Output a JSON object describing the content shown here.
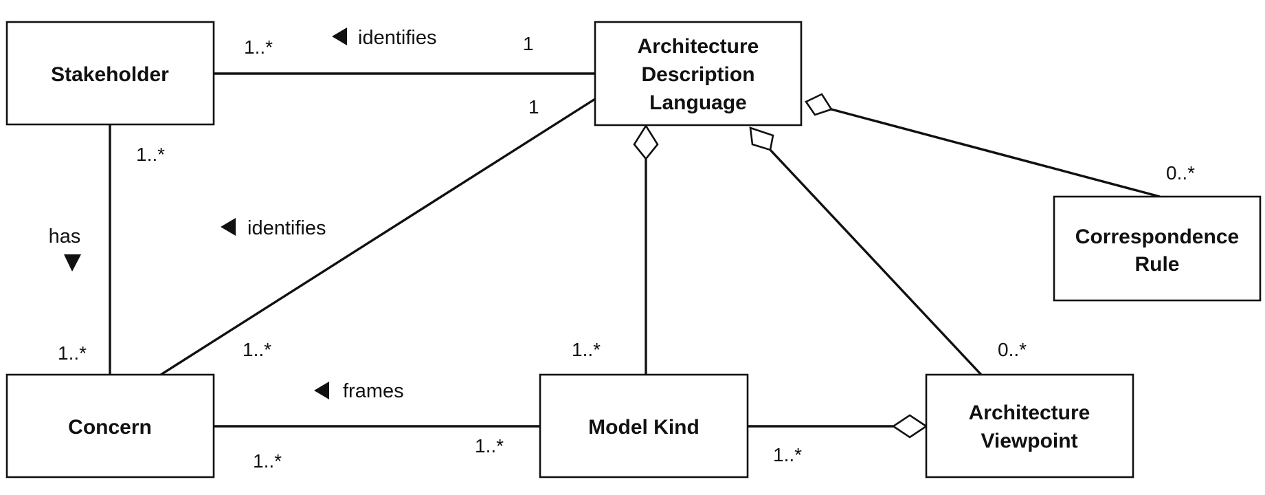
{
  "classes": {
    "stakeholder": "Stakeholder",
    "adl": [
      "Architecture",
      "Description",
      "Language"
    ],
    "correspondence_rule": [
      "Correspondence",
      "Rule"
    ],
    "concern": "Concern",
    "model_kind": "Model Kind",
    "viewpoint": [
      "Architecture",
      "Viewpoint"
    ]
  },
  "associations": {
    "stakeholder_adl": {
      "label": "identifies",
      "mult_stakeholder": "1..*",
      "mult_adl": "1"
    },
    "stakeholder_concern": {
      "label": "has",
      "mult_stakeholder": "1..*",
      "mult_concern": "1..*"
    },
    "adl_concern": {
      "label": "identifies",
      "mult_adl": "1",
      "mult_concern": "1..*"
    },
    "adl_model_kind": {
      "mult_model_kind": "1..*"
    },
    "adl_viewpoint": {
      "mult_viewpoint": "0..*"
    },
    "adl_correspondence_rule": {
      "mult_rule": "0..*"
    },
    "concern_model_kind": {
      "label": "frames",
      "mult_concern": "1..*",
      "mult_model_kind": "1..*"
    },
    "model_kind_viewpoint": {
      "mult_model_kind": "1..*"
    }
  }
}
